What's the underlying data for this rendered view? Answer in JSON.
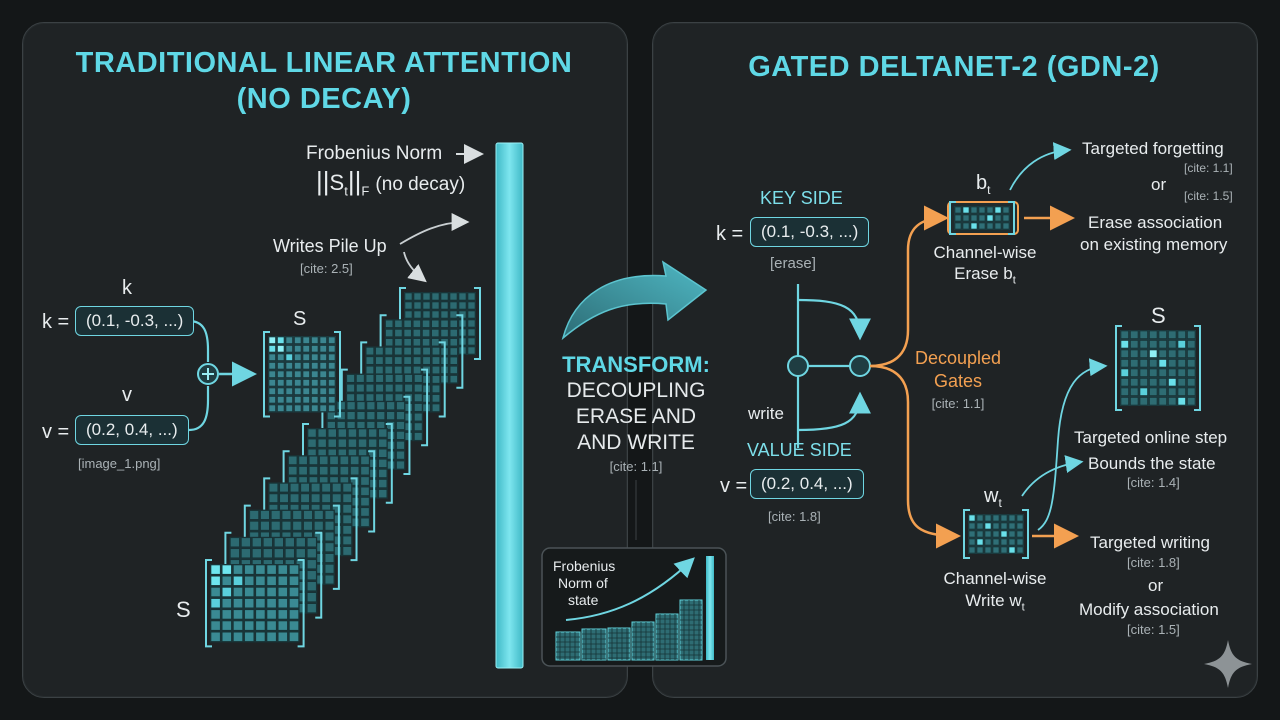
{
  "left": {
    "title_line1": "TRADITIONAL LINEAR ATTENTION",
    "title_line2": "(NO DECAY)",
    "frob_label": "Frobenius Norm",
    "frob_formula_s": "S",
    "frob_formula_t": "t",
    "frob_formula_f": "F",
    "frob_formula_note": "(no decay)",
    "writes_pile": "Writes Pile Up",
    "writes_cite": "[cite: 2.5]",
    "k_head": "k",
    "k_eq": "k =",
    "k_vec": "(0.1, -0.3, ...)",
    "v_head": "v",
    "v_eq": "v =",
    "v_vec": "(0.2, 0.4, ...)",
    "image_ref": "[image_1.png]",
    "s_label_top": "S",
    "s_label_bottom": "S"
  },
  "middle": {
    "transform_1": "TRANSFORM:",
    "transform_2": "DECOUPLING",
    "transform_3": "ERASE AND",
    "transform_4": "AND WRITE",
    "transform_cite": "[cite: 1.1]",
    "inset_l1": "Frobenius",
    "inset_l2": "Norm of",
    "inset_l3": "state"
  },
  "right": {
    "title": "GATED DELTANET-2 (GDN-2)",
    "key_side": "KEY SIDE",
    "k_eq": "k =",
    "k_vec": "(0.1, -0.3, ...)",
    "erase_tag": "[erase]",
    "write_tag": "write",
    "value_side": "VALUE SIDE",
    "v_eq": "v =",
    "v_vec": "(0.2, 0.4, ...)",
    "v_cite": "[cite: 1.8]",
    "b_label": "b",
    "b_sub": "t",
    "erase_gate_1": "Channel-wise",
    "erase_gate_2": "Erase b",
    "erase_gate_sub": "t",
    "decoupled_1": "Decoupled",
    "decoupled_2": "Gates",
    "decoupled_cite": "[cite: 1.1]",
    "targeted_forgetting": "Targeted forgetting",
    "tf_cite": "[cite: 1.1]",
    "or_1": "or",
    "or1_cite": "[cite: 1.5]",
    "erase_assoc_1": "Erase association",
    "erase_assoc_2": "on existing memory",
    "s_label": "S",
    "online_step": "Targeted online step",
    "bounds_state": "Bounds the state",
    "bounds_cite": "[cite: 1.4]",
    "w_label": "w",
    "w_sub": "t",
    "write_gate_1": "Channel-wise",
    "write_gate_2": "Write w",
    "write_gate_sub": "t",
    "targeted_writing": "Targeted writing",
    "tw_cite": "[cite: 1.8]",
    "or_2": "or",
    "modify_assoc": "Modify association",
    "ma_cite": "[cite: 1.5]"
  },
  "colors": {
    "teal": "#5fd8e6",
    "orange": "#f3a051",
    "background": "#141718",
    "panel": "#1f2325"
  },
  "icons": {
    "plus": "plus-circle-icon",
    "sparkle": "sparkle-icon"
  }
}
